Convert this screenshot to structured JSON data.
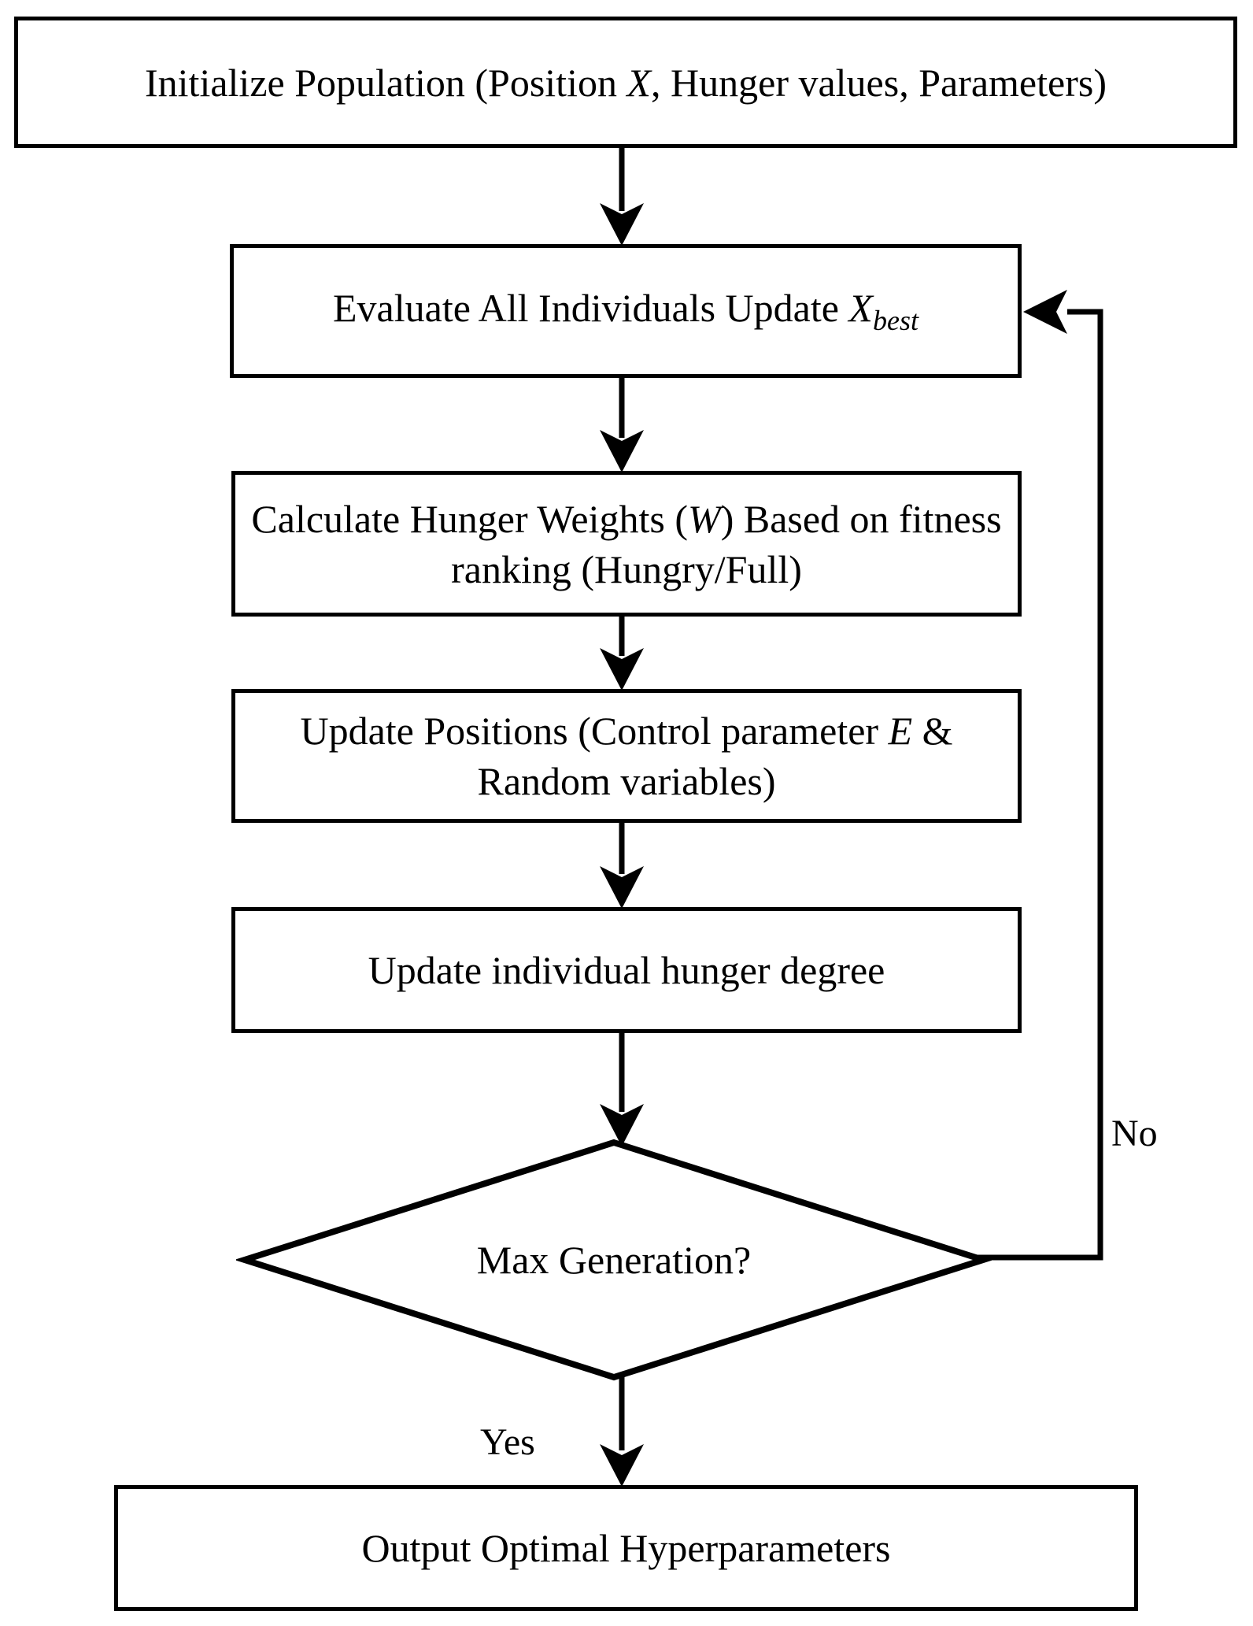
{
  "diagram": {
    "title": "Hunger Games Search hyperparameter optimization flowchart",
    "type": "flowchart",
    "line_color": "#000000",
    "fill_color": "#ffffff",
    "nodes": [
      {
        "id": "init",
        "shape": "rectangle",
        "label_plain": "Initialize Population (Position X, Hunger values, Parameters)",
        "label_parts": {
          "pre": "Initialize Population (Position ",
          "italic": "X",
          "post": ", Hunger values, Parameters)"
        }
      },
      {
        "id": "evaluate",
        "shape": "rectangle",
        "label_plain": "Evaluate All Individuals Update Xbest",
        "label_parts": {
          "pre": "Evaluate All Individuals Update ",
          "italic": "X",
          "subscript": "best",
          "post": ""
        }
      },
      {
        "id": "weights",
        "shape": "rectangle",
        "label_plain": "Calculate Hunger Weights (W) Based on fitness ranking (Hungry/Full)",
        "label_parts": {
          "pre": "Calculate Hunger Weights (",
          "italic": "W",
          "post": ") Based on fitness ranking (Hungry/Full)"
        }
      },
      {
        "id": "positions",
        "shape": "rectangle",
        "label_plain": "Update Positions (Control parameter E & Random variables)",
        "label_parts": {
          "pre": "Update Positions (Control parameter ",
          "italic": "E",
          "post": " & Random variables)"
        }
      },
      {
        "id": "hunger",
        "shape": "rectangle",
        "label_plain": "Update individual hunger degree"
      },
      {
        "id": "decision",
        "shape": "diamond",
        "label_plain": "Max Generation?"
      },
      {
        "id": "output",
        "shape": "rectangle",
        "label_plain": "Output Optimal Hyperparameters"
      }
    ],
    "edges": [
      {
        "from": "init",
        "to": "evaluate",
        "label": ""
      },
      {
        "from": "evaluate",
        "to": "weights",
        "label": ""
      },
      {
        "from": "weights",
        "to": "positions",
        "label": ""
      },
      {
        "from": "positions",
        "to": "hunger",
        "label": ""
      },
      {
        "from": "hunger",
        "to": "decision",
        "label": ""
      },
      {
        "from": "decision",
        "to": "evaluate",
        "label": "No"
      },
      {
        "from": "decision",
        "to": "output",
        "label": "Yes"
      }
    ],
    "edge_labels": {
      "no": "No",
      "yes": "Yes"
    }
  }
}
